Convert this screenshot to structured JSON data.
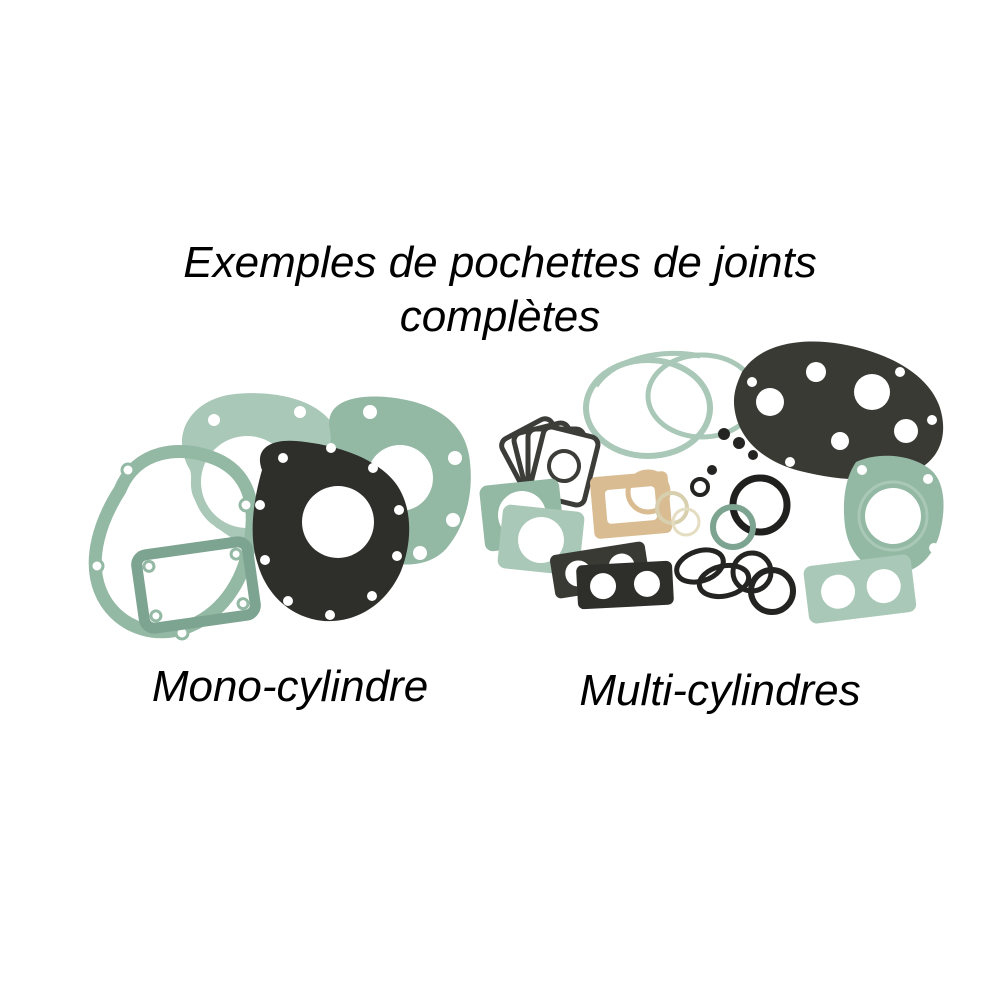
{
  "title": {
    "line1": "Exemples de pochettes de joints",
    "line2": "complètes"
  },
  "captions": {
    "mono": "Mono-cylindre",
    "multi": "Multi-cylindres"
  },
  "colors": {
    "background": "#ffffff",
    "text": "#000000",
    "gasket_green": "#93b8a4",
    "gasket_green_light": "#a9c8b7",
    "gasket_green_dark": "#7da391",
    "gasket_black": "#2e2e2a",
    "gasket_tan": "#d9bc92"
  }
}
